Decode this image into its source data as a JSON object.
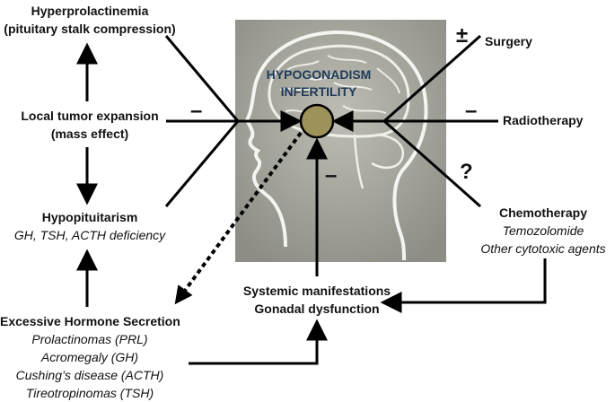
{
  "center": {
    "line1": "HYPOGONADISM",
    "line2": "INFERTILITY",
    "text_color": "#1f3a5a",
    "circle_color": "#9e925b"
  },
  "left": {
    "hyperprolactinemia": {
      "title": "Hyperprolactinemia",
      "subtitle": "(pituitary stalk compression)"
    },
    "local_tumor": {
      "title": "Local tumor expansion",
      "subtitle": "(mass effect)"
    },
    "hypopituitarism": {
      "title": "Hypopituitarism",
      "detail": "GH, TSH, ACTH deficiency"
    },
    "excessive": {
      "title": "Excessive Hormone Secretion",
      "items": [
        "Prolactinomas (PRL)",
        "Acromegaly (GH)",
        "Cushing’s disease (ACTH)",
        "Tireotropinomas (TSH)"
      ]
    }
  },
  "right": {
    "surgery": "Surgery",
    "radiotherapy": "Radiotherapy",
    "chemotherapy": {
      "title": "Chemotherapy",
      "items": [
        "Temozolomide",
        "Other cytotoxic agents"
      ]
    }
  },
  "bottom": {
    "line1": "Systemic manifestations",
    "line2": "Gonadal dysfunction"
  },
  "symbols": {
    "minus_left": "–",
    "minus_right": "–",
    "minus_bottom": "–",
    "plus_minus": "±",
    "question": "?"
  }
}
